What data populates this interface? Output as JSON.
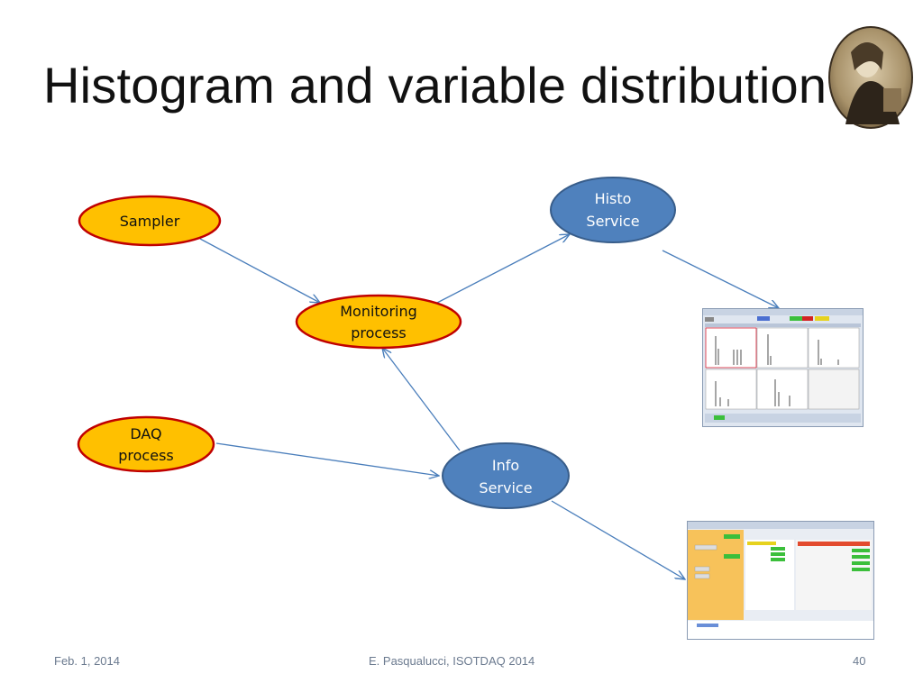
{
  "slide": {
    "title": "Histogram and variable distribution",
    "footer_left": "Feb. 1, 2014",
    "footer_center": "E. Pasqualucci, ISOTDAQ 2014",
    "footer_right": "40"
  },
  "nodes": {
    "sampler": "Sampler",
    "monitoring_1": "Monitoring",
    "monitoring_2": "process",
    "daq_1": "DAQ",
    "daq_2": "process",
    "histo_1": "Histo",
    "histo_2": "Service",
    "info_1": "Info",
    "info_2": "Service"
  },
  "colors": {
    "process_fill": "#ffc000",
    "process_stroke": "#c00000",
    "service_fill": "#4f81bd",
    "service_stroke": "#385d8a",
    "arrow": "#4a7ebb"
  }
}
